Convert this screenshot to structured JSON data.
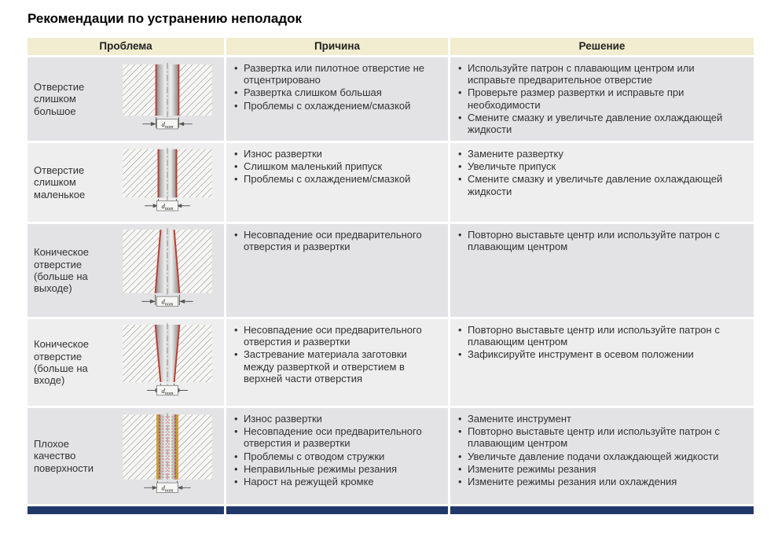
{
  "page": {
    "title": "Рекомендации по устранению неполадок"
  },
  "colors": {
    "header_bg": "#f2edd0",
    "footer_bar": "#21386b",
    "row_bg": "#e3e3e5",
    "row_bg_alt": "#eeeeef",
    "hole_edge": "#c0392b",
    "rough_edge": "#c79f2c"
  },
  "table": {
    "headers": [
      "Проблема",
      "Причина",
      "Решение"
    ],
    "diagram_label": {
      "main": "d",
      "sub": "nom"
    },
    "rows": [
      {
        "problem": "Отверстие слишком большое",
        "diagram": "straight-hole-large",
        "causes": [
          "Развертка или пилотное отверстие не отцентрировано",
          "Развертка слишком большая",
          "Проблемы с охлаждением/смазкой"
        ],
        "solutions": [
          "Используйте патрон с плавающим центром или исправьте предварительное отверстие",
          "Проверьте размер развертки и исправьте при необходимости",
          "Смените смазку и увеличьте давление охлаждающей жидкости"
        ]
      },
      {
        "problem": "Отверстие слишком маленькое",
        "diagram": "straight-hole-small",
        "causes": [
          "Износ развертки",
          "Слишком маленький припуск",
          "Проблемы с охлаждением/смазкой"
        ],
        "solutions": [
          "Замените развертку",
          "Увеличьте припуск",
          "Смените смазку и увеличьте давление охлаждающей жидкости"
        ]
      },
      {
        "problem": "Коническое отверстие (больше на выходе)",
        "diagram": "tapered-hole-wider-at-exit",
        "causes": [
          "Несовпадение оси предварительного отверстия и развертки"
        ],
        "solutions": [
          "Повторно выставьте центр или используйте патрон с плавающим центром"
        ]
      },
      {
        "problem": "Коническое отверстие (больше на входе)",
        "diagram": "tapered-hole-wider-at-entry",
        "causes": [
          "Несовпадение оси предварительного отверстия и развертки",
          "Застревание материала заготовки между разверткой и отверстием в верхней части отверстия"
        ],
        "solutions": [
          "Повторно выставьте центр или используйте патрон с плавающим центром",
          "Зафиксируйте инструмент в осевом положении"
        ]
      },
      {
        "problem": "Плохое качество поверхности",
        "diagram": "rough-surface-hole",
        "causes": [
          "Износ развертки",
          "Несовпадение оси предварительного отверстия и развертки",
          "Проблемы с отводом стружки",
          "Неправильные режимы резания",
          "Нарост на режущей кромке"
        ],
        "solutions": [
          "Замените инструмент",
          "Повторно выставьте центр или используйте патрон с плавающим центром",
          "Увеличьте давление подачи охлаждающей жидкости",
          "Измените режимы резания",
          "Измените режимы резания или охлаждения"
        ]
      }
    ]
  }
}
